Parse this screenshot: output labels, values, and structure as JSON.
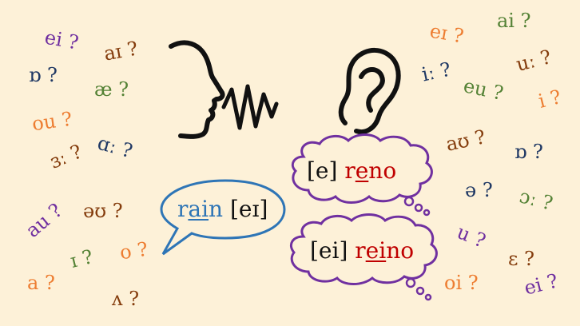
{
  "colors": {
    "background": "#fdf1d8",
    "purple": "#7030a0",
    "brown": "#843c0c",
    "navy": "#1f3864",
    "green": "#548235",
    "orange": "#ed7d31",
    "red": "#c00000",
    "blue": "#2e75b6",
    "black": "#111111"
  },
  "scattered_symbols": [
    {
      "text": "ei ?",
      "color": "#7030a0"
    },
    {
      "text": "aɪ ?",
      "color": "#843c0c"
    },
    {
      "text": "ɒ ?",
      "color": "#1f3864"
    },
    {
      "text": "æ ?",
      "color": "#548235"
    },
    {
      "text": "ou ?",
      "color": "#ed7d31"
    },
    {
      "text": "ɜː ?",
      "color": "#843c0c"
    },
    {
      "text": "ɑː ?",
      "color": "#1f3864"
    },
    {
      "text": "au ?",
      "color": "#7030a0"
    },
    {
      "text": "əʊ ?",
      "color": "#843c0c"
    },
    {
      "text": "ɪ ?",
      "color": "#548235"
    },
    {
      "text": "o ?",
      "color": "#ed7d31"
    },
    {
      "text": "a ?",
      "color": "#ed7d31"
    },
    {
      "text": "ʌ ?",
      "color": "#843c0c"
    },
    {
      "text": "eɪ ?",
      "color": "#ed7d31"
    },
    {
      "text": "ai ?",
      "color": "#548235"
    },
    {
      "text": "iː ?",
      "color": "#1f3864"
    },
    {
      "text": "eu ?",
      "color": "#548235"
    },
    {
      "text": "uː ?",
      "color": "#843c0c"
    },
    {
      "text": "i ?",
      "color": "#ed7d31"
    },
    {
      "text": "aʊ ?",
      "color": "#843c0c"
    },
    {
      "text": "ɒ ?",
      "color": "#1f3864"
    },
    {
      "text": "ə ?",
      "color": "#1f3864"
    },
    {
      "text": "ɔː ?",
      "color": "#548235"
    },
    {
      "text": "u ?",
      "color": "#7030a0"
    },
    {
      "text": "ɛ ?",
      "color": "#843c0c"
    },
    {
      "text": "oi ?",
      "color": "#ed7d31"
    },
    {
      "text": "ei ?",
      "color": "#7030a0"
    }
  ],
  "speech_bubble": {
    "word_r": "r",
    "word_ai": "ai",
    "word_n": "n",
    "ipa": "[eɪ]"
  },
  "thought_bubble_1": {
    "ipa": "[e]",
    "word_r": "r",
    "word_e": "e",
    "word_rest": "no"
  },
  "thought_bubble_2": {
    "ipa": "[ei]",
    "word_r": "r",
    "word_ei": "ei",
    "word_rest": "no"
  },
  "icons": [
    "speaking-head-icon",
    "sound-wave-icon",
    "ear-icon"
  ]
}
